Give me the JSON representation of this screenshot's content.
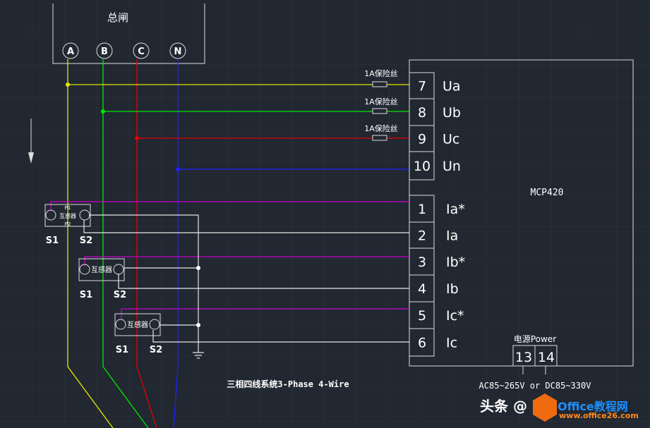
{
  "breaker": {
    "title": "总闸",
    "phases": [
      "A",
      "B",
      "C",
      "N"
    ]
  },
  "fuse_label": "1A保险丝",
  "device": {
    "name": "MCP420"
  },
  "terminals_voltage": [
    {
      "num": "7",
      "label": "Ua"
    },
    {
      "num": "8",
      "label": "Ub"
    },
    {
      "num": "9",
      "label": "Uc"
    },
    {
      "num": "10",
      "label": "Un"
    }
  ],
  "terminals_current": [
    {
      "num": "1",
      "label": "Ia*"
    },
    {
      "num": "2",
      "label": "Ia"
    },
    {
      "num": "3",
      "label": "Ib*"
    },
    {
      "num": "4",
      "label": "Ib"
    },
    {
      "num": "5",
      "label": "Ic*"
    },
    {
      "num": "6",
      "label": "Ic"
    }
  ],
  "power": {
    "label": "电源Power",
    "t1": "13",
    "t2": "14",
    "spec": "AC85~265V or DC85~330V"
  },
  "ct": {
    "label": "互感器",
    "p1": "P1",
    "p2": "P2",
    "s1": "S1",
    "s2": "S2"
  },
  "caption": "三相四线系统3-Phase 4-Wire",
  "watermark": {
    "left": "头条 @",
    "brand": "Office教程网",
    "url": "www.office26.com"
  },
  "colors": {
    "A": "#e6e600",
    "B": "#00e600",
    "C": "#e60000",
    "N": "#0000ff",
    "ct": "#cc00cc",
    "wire": "#e6e6e6"
  }
}
